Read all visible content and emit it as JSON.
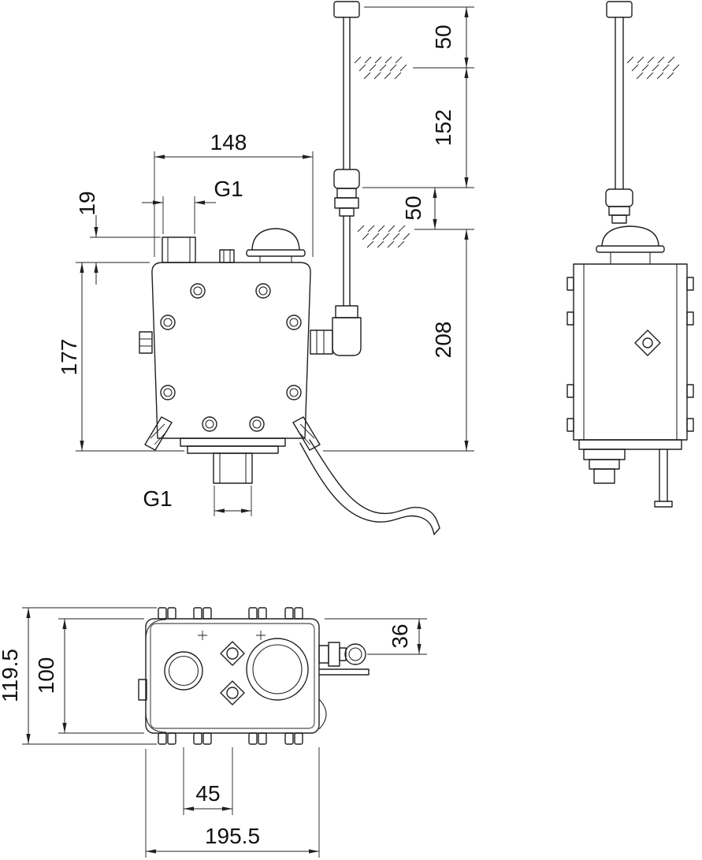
{
  "background": "#ffffff",
  "ink_color": "#202020",
  "dims": {
    "front_width": "148",
    "front_thread_top": "G1",
    "front_stub_height": "19",
    "front_body_height": "177",
    "front_thread_bottom": "G1",
    "riser_top": "50",
    "riser_mid": "152",
    "riser_valve": "50",
    "riser_total": "208",
    "plan_outlet_offset": "36",
    "plan_overall_depth": "119.5",
    "plan_body_depth": "100",
    "plan_port_spacing": "45",
    "plan_overall_width": "195.5"
  }
}
